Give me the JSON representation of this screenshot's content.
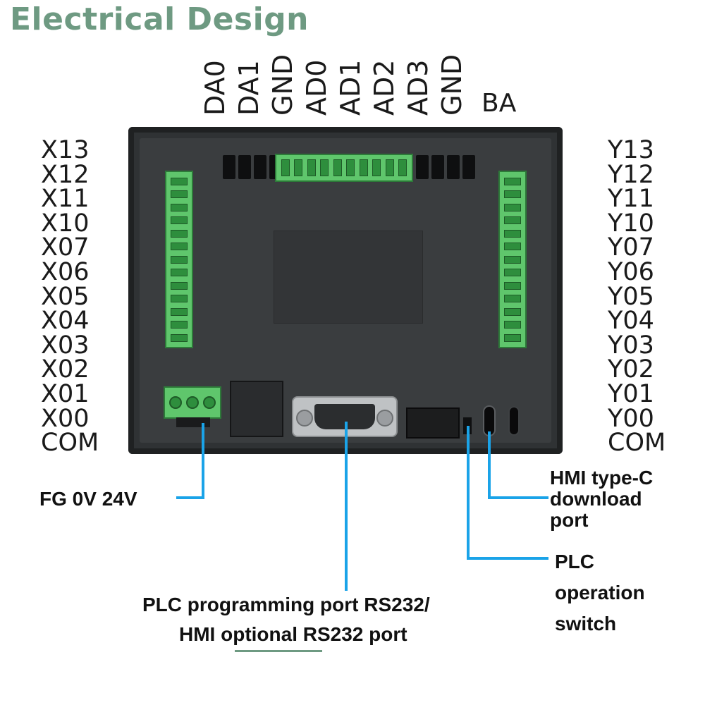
{
  "title": "Electrical Design",
  "top_labels": [
    "DA0",
    "DA1",
    "GND",
    "AD0",
    "AD1",
    "AD2",
    "AD3",
    "GND"
  ],
  "ba_label": "BA",
  "left_labels": [
    "X13",
    "X12",
    "X11",
    "X10",
    "X07",
    "X06",
    "X05",
    "X04",
    "X03",
    "X02",
    "X01",
    "X00",
    "COM"
  ],
  "right_labels": [
    "Y13",
    "Y12",
    "Y11",
    "Y10",
    "Y07",
    "Y06",
    "Y05",
    "Y04",
    "Y03",
    "Y02",
    "Y01",
    "Y00",
    "COM"
  ],
  "callouts": {
    "power": "FG 0V 24V",
    "rs232_line1": "PLC programming port RS232/",
    "rs232_line2_pre": "HMI ",
    "rs232_line2_ul": "optional",
    "rs232_line2_post": " RS232 port",
    "typec_line1": "HMI type-C",
    "typec_line2": "download",
    "typec_line3": "port",
    "switch_line1": "PLC",
    "switch_line2": "operation",
    "switch_line3": "switch"
  },
  "colors": {
    "title": "#6e9a82",
    "callout_line": "#1aa3e8",
    "terminal_green": "#5fc66c",
    "device_body": "#2f3234"
  }
}
